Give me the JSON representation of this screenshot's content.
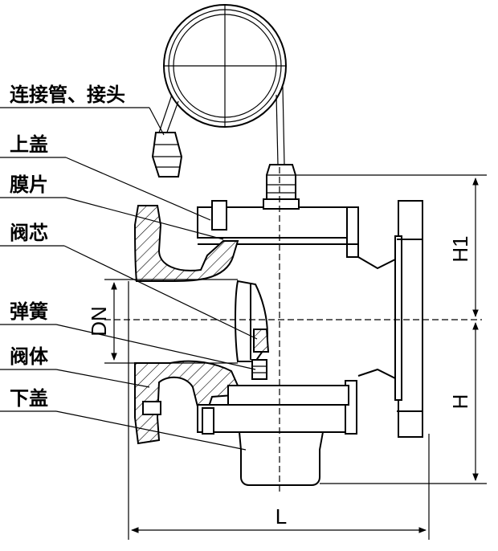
{
  "labels": {
    "pipe_joint": "连接管、接头",
    "upper_cover": "上盖",
    "diaphragm": "膜片",
    "valve_core": "阀芯",
    "spring": "弹簧",
    "valve_body": "阀体",
    "lower_cover": "下盖"
  },
  "dimensions": {
    "h1": "H1",
    "h": "H",
    "dn": "DN",
    "l": "L"
  }
}
